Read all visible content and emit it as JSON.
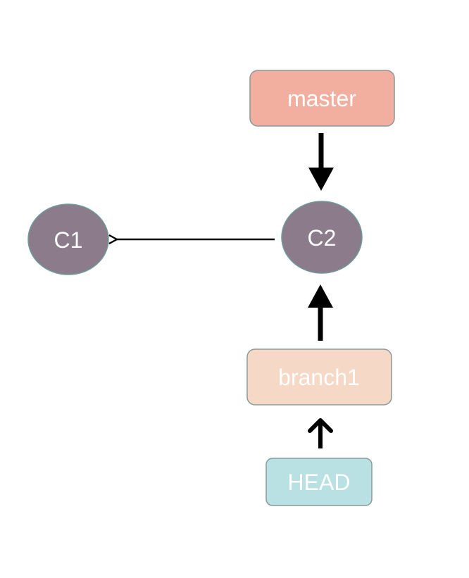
{
  "diagram": {
    "commits": [
      {
        "id": "c1",
        "label": "C1"
      },
      {
        "id": "c2",
        "label": "C2"
      }
    ],
    "refs": [
      {
        "id": "master",
        "label": "master"
      },
      {
        "id": "branch1",
        "label": "branch1"
      },
      {
        "id": "head",
        "label": "HEAD"
      }
    ],
    "edges": [
      {
        "from": "C2",
        "to": "C1"
      },
      {
        "from": "master",
        "to": "C2"
      },
      {
        "from": "branch1",
        "to": "C2"
      },
      {
        "from": "HEAD",
        "to": "branch1"
      }
    ]
  },
  "colors": {
    "commit_fill": "#8b7b8b",
    "commit_stroke": "#6f9a9a",
    "master_fill": "#f2ae9e",
    "branch_fill": "#f5d9c6",
    "head_fill": "#b9e0e3",
    "box_stroke": "#8a9a9a",
    "arrow": "#000000"
  }
}
